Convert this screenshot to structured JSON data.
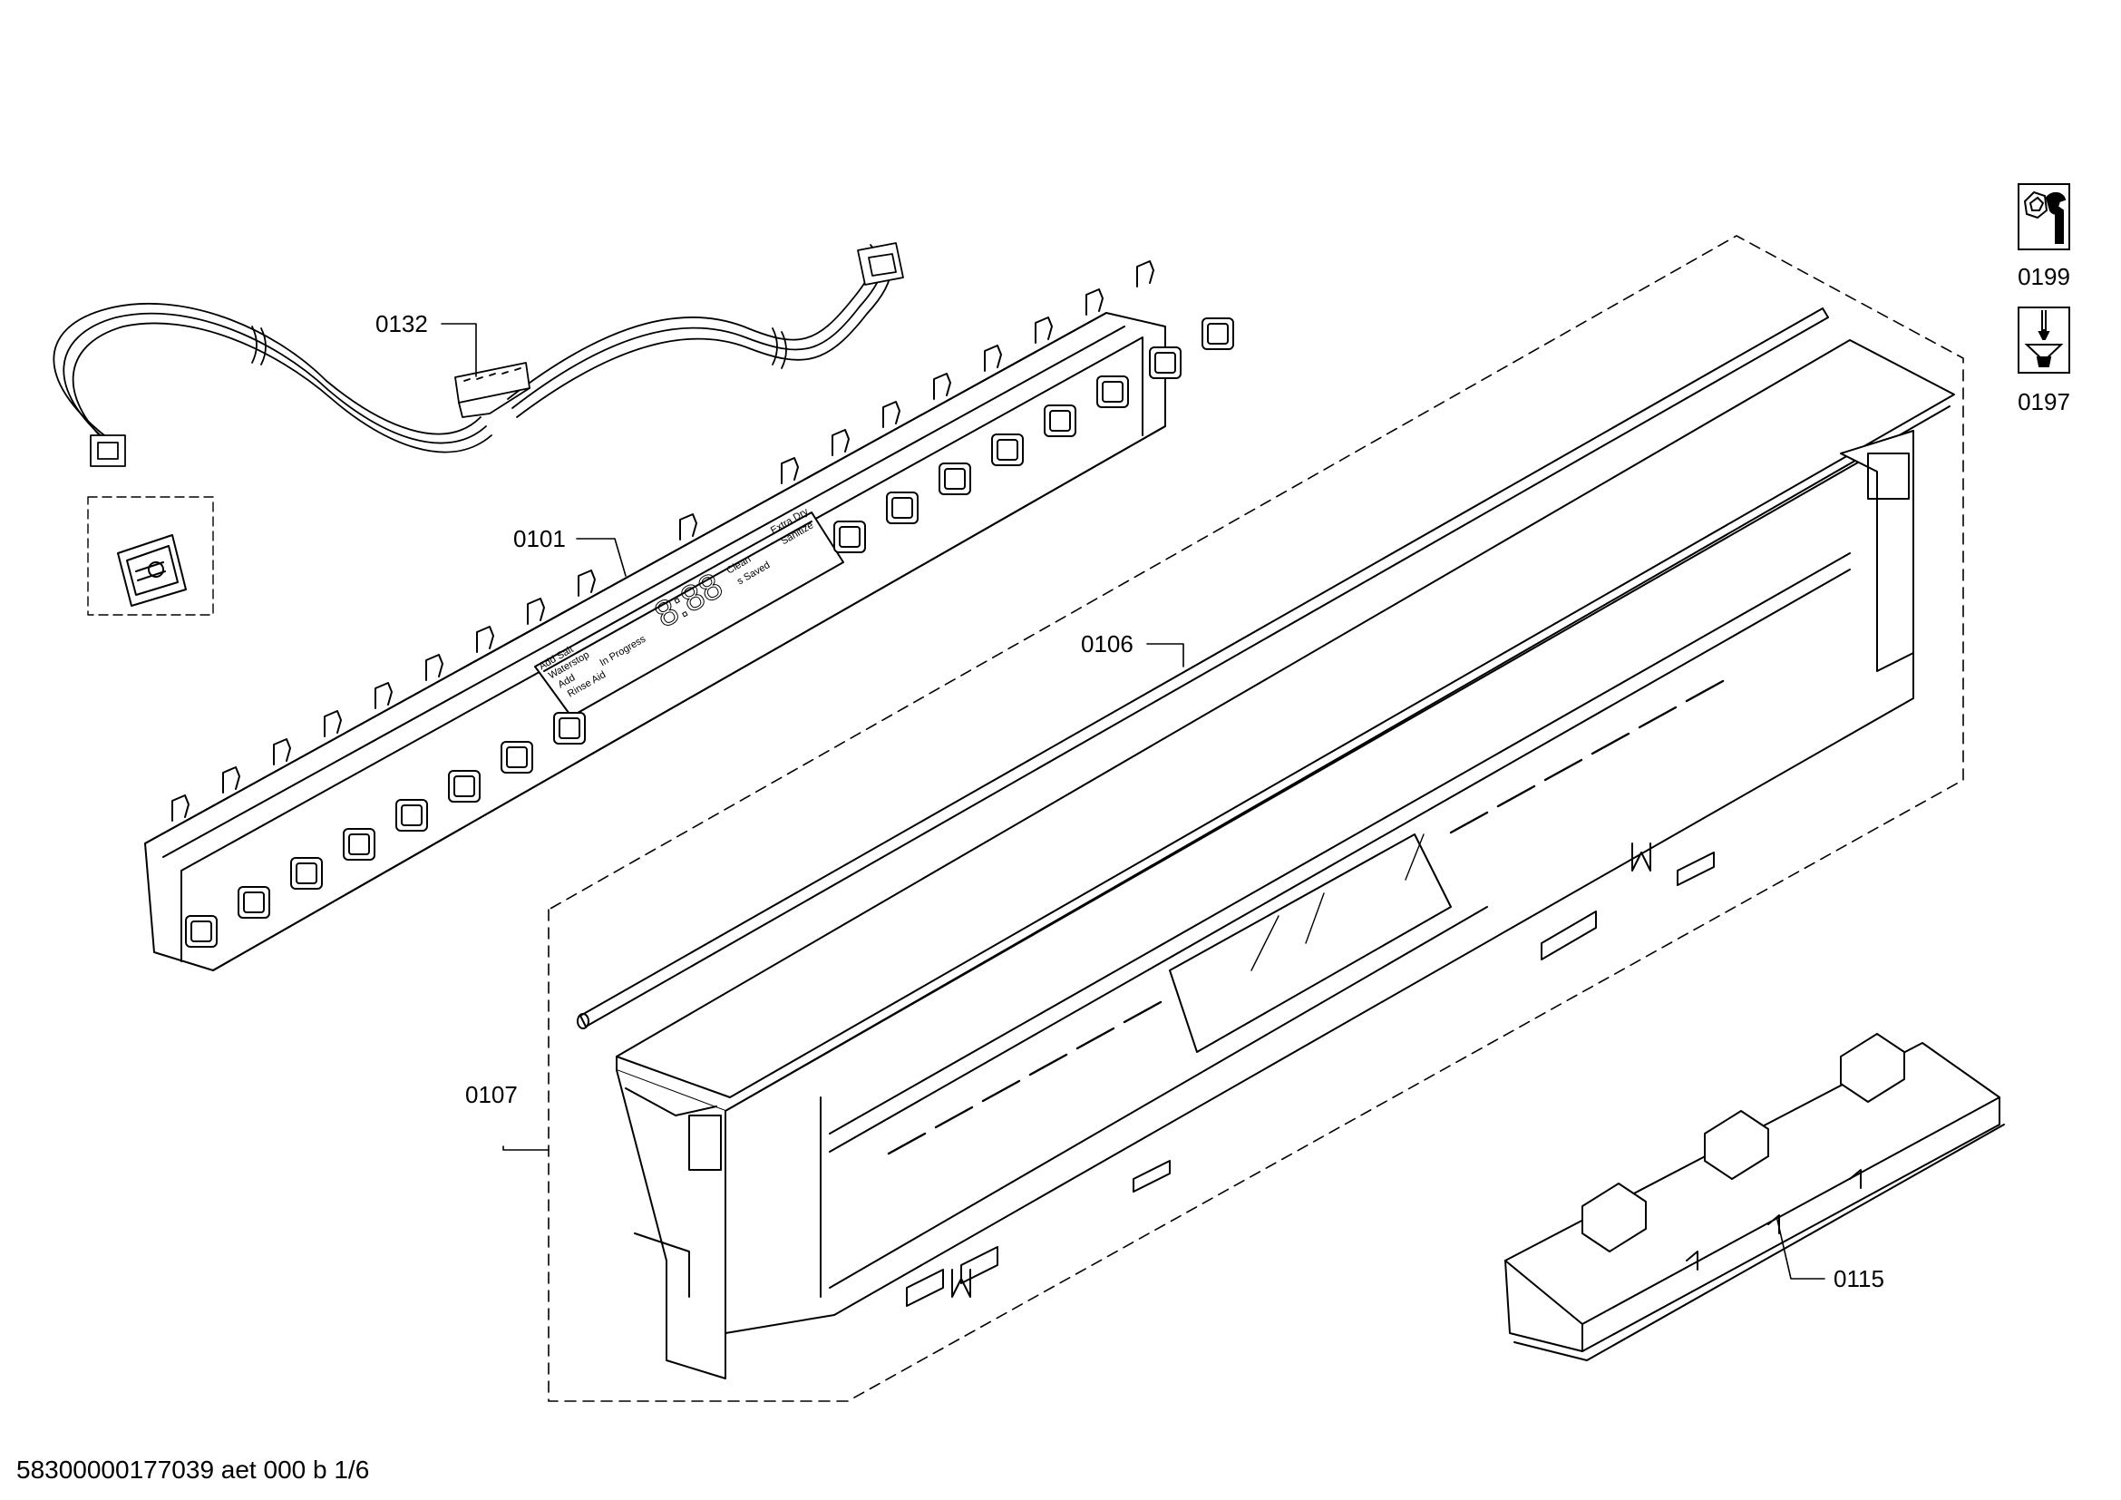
{
  "diagram": {
    "callouts": {
      "c0132": "0132",
      "c0101": "0101",
      "c0106": "0106",
      "c0107": "0107",
      "c0115": "0115"
    },
    "display_labels": {
      "add_salt": "Add Salt",
      "waterstop": "Waterstop",
      "add": "Add",
      "rinse_aid": "Rinse Aid",
      "in_progress": "In Progress",
      "digits": "8:88",
      "clean": "Clean",
      "saved": "s Saved",
      "extra_dry": "Extra Dry",
      "sanitize": "Sanitize"
    },
    "legend": [
      {
        "code": "0199",
        "icon": "wrench-nut-icon"
      },
      {
        "code": "0197",
        "icon": "screwdriver-screw-icon"
      }
    ],
    "footer": "58300000177039 aet 000 b 1/6"
  }
}
